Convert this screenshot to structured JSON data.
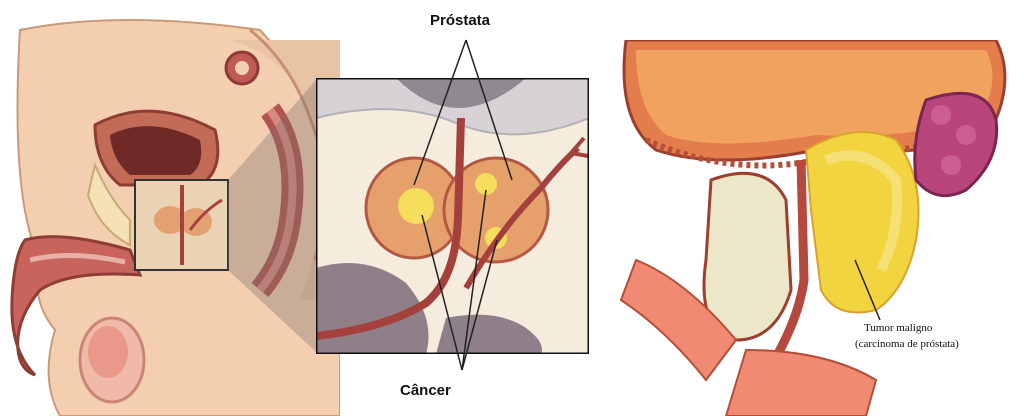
{
  "labels": {
    "prostate": "Próstata",
    "cancer": "Câncer",
    "tumor_line1": "Tumor maligno",
    "tumor_line2": "(carcinoma de próstata)"
  },
  "colors": {
    "tissue": "#f3c9a6",
    "muscle": "#b84a45",
    "prostate_tissue": "#e59a6e",
    "tumor": "#f2d64a",
    "fat": "#f0d28a",
    "seminal_vesicle": "#b8467a",
    "background_gray": "#d6d2d6"
  }
}
